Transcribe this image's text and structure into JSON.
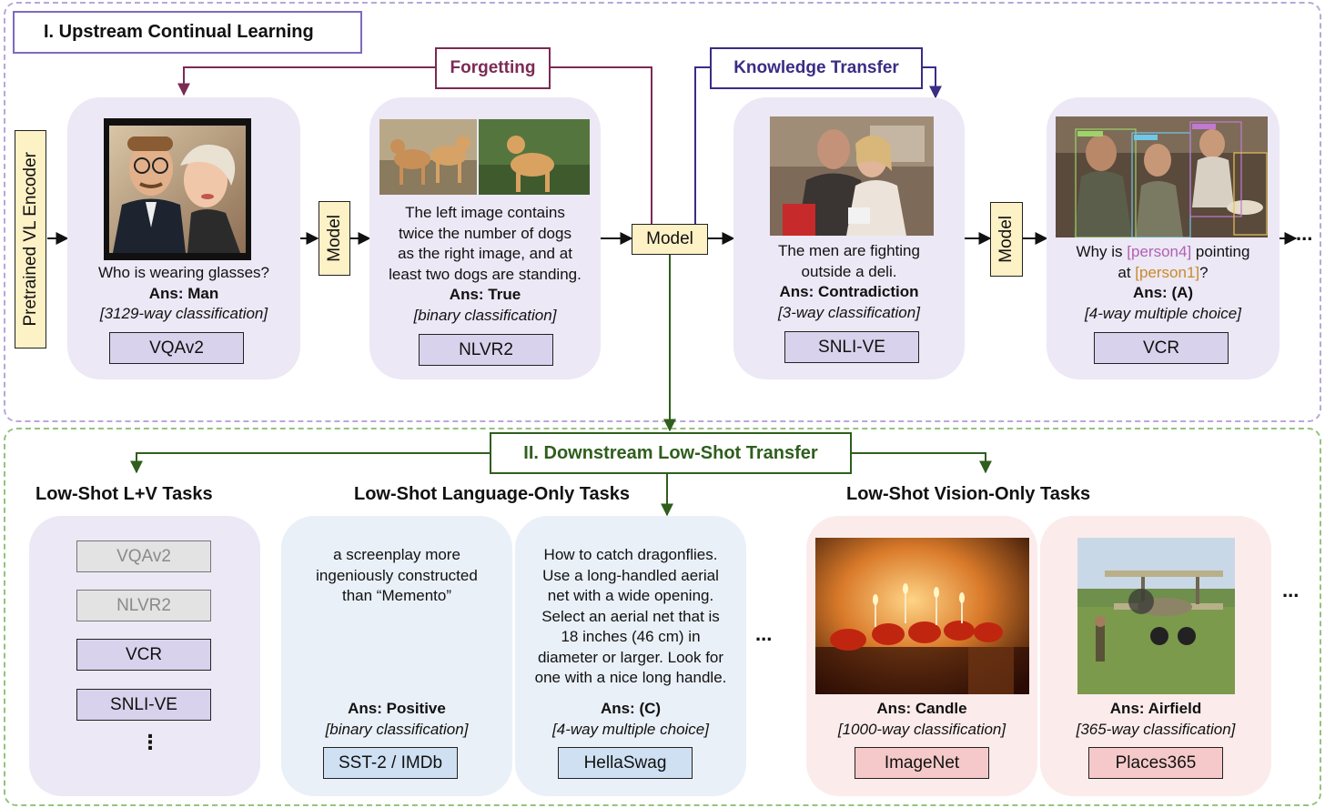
{
  "upstream": {
    "title": "I. Upstream Continual Learning",
    "encoder_label": "Pretrained VL Encoder",
    "forgetting_label": "Forgetting",
    "transfer_label": "Knowledge Transfer",
    "model_label": "Model",
    "tasks": [
      {
        "q": "Who is wearing glasses?",
        "ans": "Ans: Man",
        "kind": "[3129-way classification]",
        "tag": "VQAv2"
      },
      {
        "q1": "The left image contains",
        "q2": "twice the number of dogs",
        "q3": "as the right image, and at",
        "q4": "least two dogs are standing.",
        "ans": "Ans: True",
        "kind": "[binary classification]",
        "tag": "NLVR2"
      },
      {
        "q1": "The men are fighting",
        "q2": "outside a deli.",
        "ans": "Ans: Contradiction",
        "kind": "[3-way classification]",
        "tag": "SNLI-VE"
      },
      {
        "q_pre": "Why is ",
        "ref1": "[person4]",
        "q_mid": " pointing",
        "q2_pre": "at ",
        "ref2": "[person1]",
        "q2_post": "?",
        "ans": "Ans: (A)",
        "kind": "[4-way multiple choice]",
        "tag": "VCR"
      }
    ],
    "ellipsis": "..."
  },
  "downstream": {
    "title": "II. Downstream Low-Shot Transfer",
    "lv_heading": "Low-Shot L+V Tasks",
    "lang_heading": "Low-Shot Language-Only Tasks",
    "vision_heading": "Low-Shot Vision-Only Tasks",
    "lv_tags": [
      "VQAv2",
      "NLVR2",
      "VCR",
      "SNLI-VE"
    ],
    "lv_more": "⋮",
    "lang_tasks": [
      {
        "l1": "a screenplay more",
        "l2": "ingeniously constructed",
        "l3": "than “Memento”",
        "ans": "Ans: Positive",
        "kind": "[binary classification]",
        "tag": "SST-2 / IMDb"
      },
      {
        "l1": "How to catch dragonflies.",
        "l2": "Use a long-handled aerial",
        "l3": "net with a wide opening.",
        "l4": "Select an aerial net that is",
        "l5": "18 inches (46 cm) in",
        "l6": "diameter or larger. Look for",
        "l7": "one with a nice long handle.",
        "ans": "Ans: (C)",
        "kind": "[4-way multiple choice]",
        "tag": "HellaSwag"
      }
    ],
    "vision_tasks": [
      {
        "ans": "Ans: Candle",
        "kind": "[1000-way classification]",
        "tag": "ImageNet"
      },
      {
        "ans": "Ans: Airfield",
        "kind": "[365-way classification]",
        "tag": "Places365"
      }
    ],
    "ellipsis_mid": "...",
    "ellipsis_end": "..."
  },
  "colors": {
    "forgetting": "#7b2a55",
    "transfer": "#3b2c84",
    "downstream": "#2f5e1d",
    "upper_border": "#b7a8d8",
    "lower_border": "#93c47d"
  }
}
